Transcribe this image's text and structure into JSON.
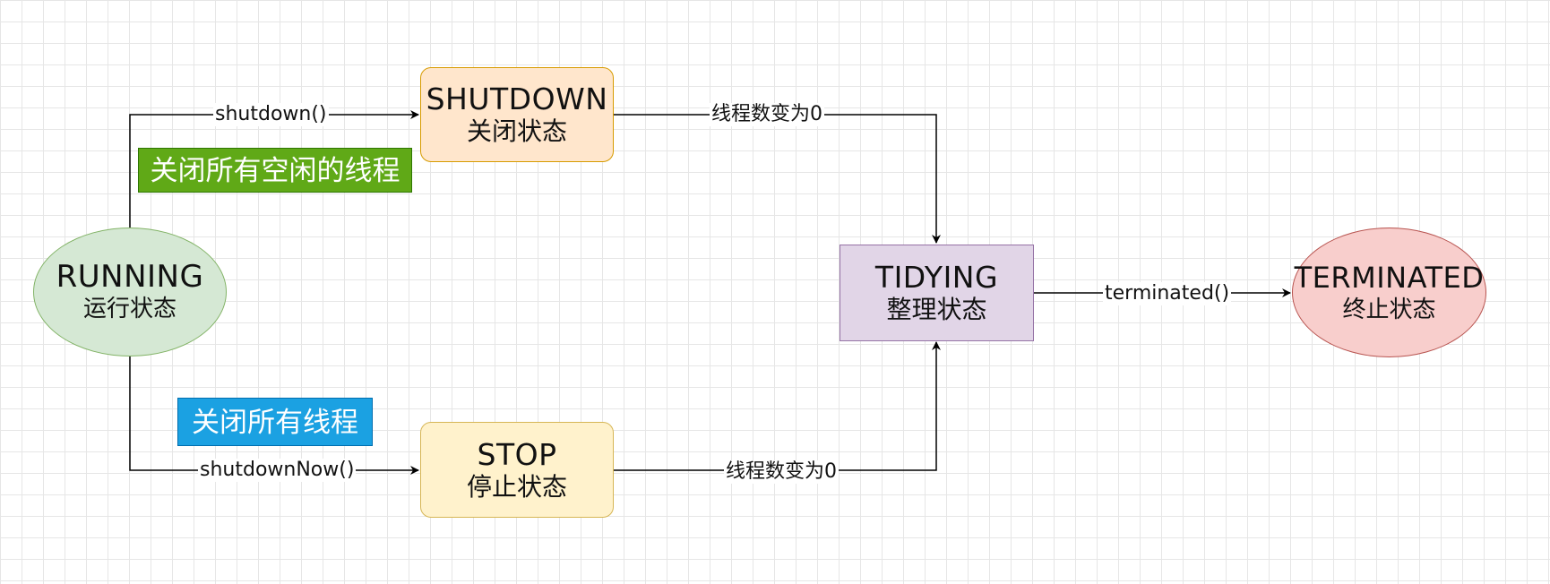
{
  "colors": {
    "running_fill": "#d5e8d4",
    "running_stroke": "#82b366",
    "shutdown_fill": "#ffe6cc",
    "shutdown_stroke": "#d79b00",
    "stop_fill": "#fff2cc",
    "stop_stroke": "#d6b656",
    "tidying_fill": "#e1d5e7",
    "tidying_stroke": "#9673a6",
    "terminated_fill": "#f8cecc",
    "terminated_stroke": "#b85450",
    "note_green": "#60a917",
    "note_blue": "#1ba1e2"
  },
  "nodes": {
    "running": {
      "title": "RUNNING",
      "subtitle": "运行状态"
    },
    "shutdown": {
      "title": "SHUTDOWN",
      "subtitle": "关闭状态"
    },
    "stop": {
      "title": "STOP",
      "subtitle": "停止状态"
    },
    "tidying": {
      "title": "TIDYING",
      "subtitle": "整理状态"
    },
    "terminated": {
      "title": "TERMINATED",
      "subtitle": "终止状态"
    }
  },
  "edges": {
    "running_to_shutdown": "shutdown()",
    "running_to_stop": "shutdownNow()",
    "shutdown_to_tidying": "线程数变为0",
    "stop_to_tidying": "线程数变为0",
    "tidying_to_terminated": "terminated()"
  },
  "notes": {
    "close_idle": "关闭所有空闲的线程",
    "close_all": "关闭所有线程"
  }
}
